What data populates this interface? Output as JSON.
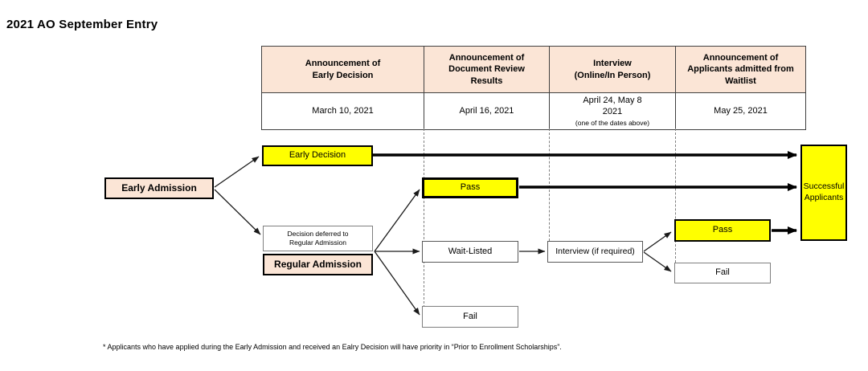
{
  "title": "2021 AO September Entry",
  "colors": {
    "peach": "#fbe5d6",
    "yellow": "#ffff00",
    "border_dark": "#000000",
    "border_gray": "#7f7f7f"
  },
  "table": {
    "columns": [
      {
        "header": "Announcement of\nEarly Decision",
        "date": "March 10, 2021",
        "note": ""
      },
      {
        "header": "Announcement of\nDocument Review\nResults",
        "date": "April 16, 2021",
        "note": ""
      },
      {
        "header": "Interview\n(Online/In Person)",
        "date": "April 24, May 8\n2021",
        "note": "(one of the dates above)"
      },
      {
        "header": "Announcement of\nApplicants admitted from\nWaitlist",
        "date": "May 25, 2021",
        "note": ""
      }
    ]
  },
  "flow": {
    "early_admission": "Early Admission",
    "early_decision": "Early Decision",
    "decision_deferred": "Decision deferred to\nRegular Admission",
    "regular_admission": "Regular Admission",
    "pass1": "Pass",
    "wait_listed": "Wait-Listed",
    "fail1": "Fail",
    "interview": "Interview (if required)",
    "pass2": "Pass",
    "fail2": "Fail",
    "successful_applicants": "Successful\nApplicants"
  },
  "footnote": "* Applicants who have applied during the Early Admission and received an Ealry Decision will have priority in “Prior to Enrollment Scholarships”."
}
